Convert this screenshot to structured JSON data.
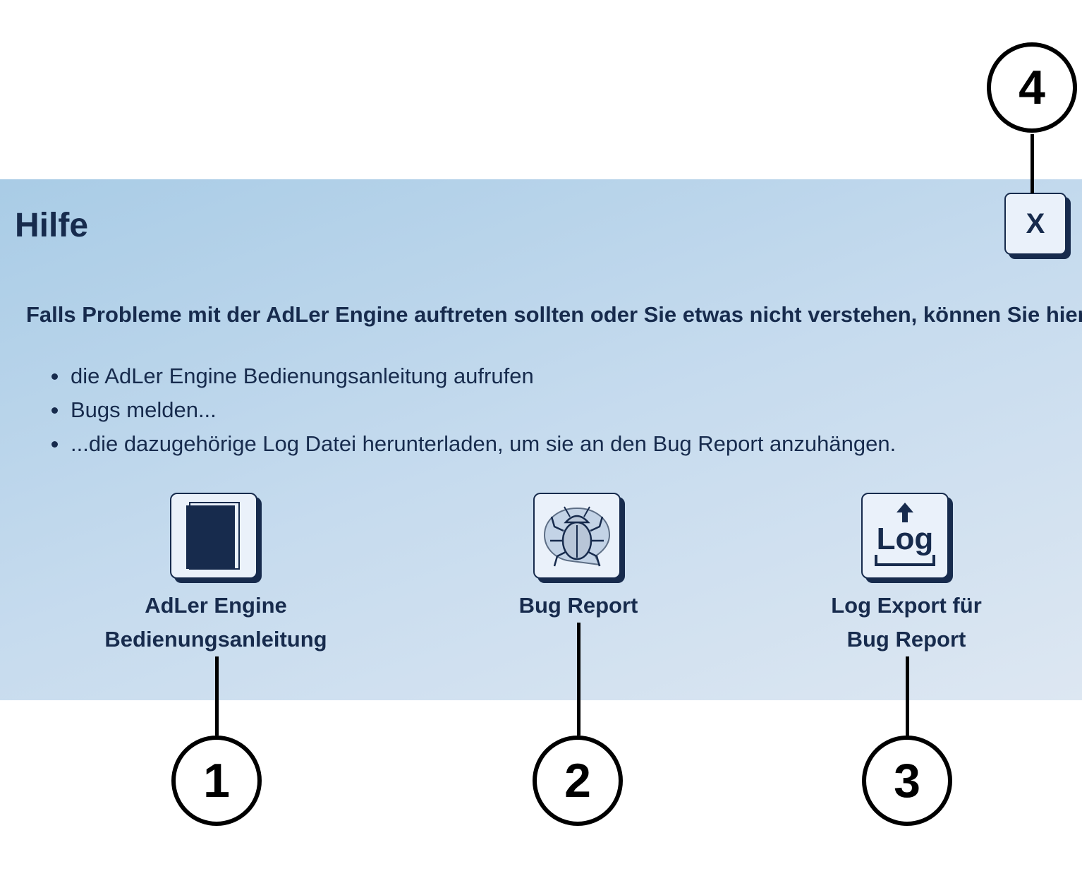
{
  "dialog": {
    "title": "Hilfe",
    "close_label": "X",
    "intro": "Falls Probleme mit der AdLer Engine auftreten sollten oder Sie etwas nicht verstehen, können Sie hier:",
    "bullets": [
      "die AdLer Engine Bedienungsanleitung aufrufen",
      "Bugs melden...",
      "...die dazugehörige Log Datei herunterladen, um sie an den Bug Report anzuhängen."
    ],
    "buttons": [
      {
        "label_line1": "AdLer Engine",
        "label_line2": "Bedienungsanleitung",
        "icon": "book-icon"
      },
      {
        "label_line1": "Bug Report",
        "label_line2": "",
        "icon": "bug-icon"
      },
      {
        "label_line1": "Log Export für",
        "label_line2": "Bug Report",
        "icon": "log-export-icon",
        "icon_text": "Log"
      }
    ]
  },
  "callouts": [
    "1",
    "2",
    "3",
    "4"
  ],
  "colors": {
    "navy": "#172b4d",
    "button_bg": "#eaf1fa",
    "panel_top": "#a9cce6",
    "panel_bottom": "#dde7f2",
    "callout": "#000000"
  }
}
